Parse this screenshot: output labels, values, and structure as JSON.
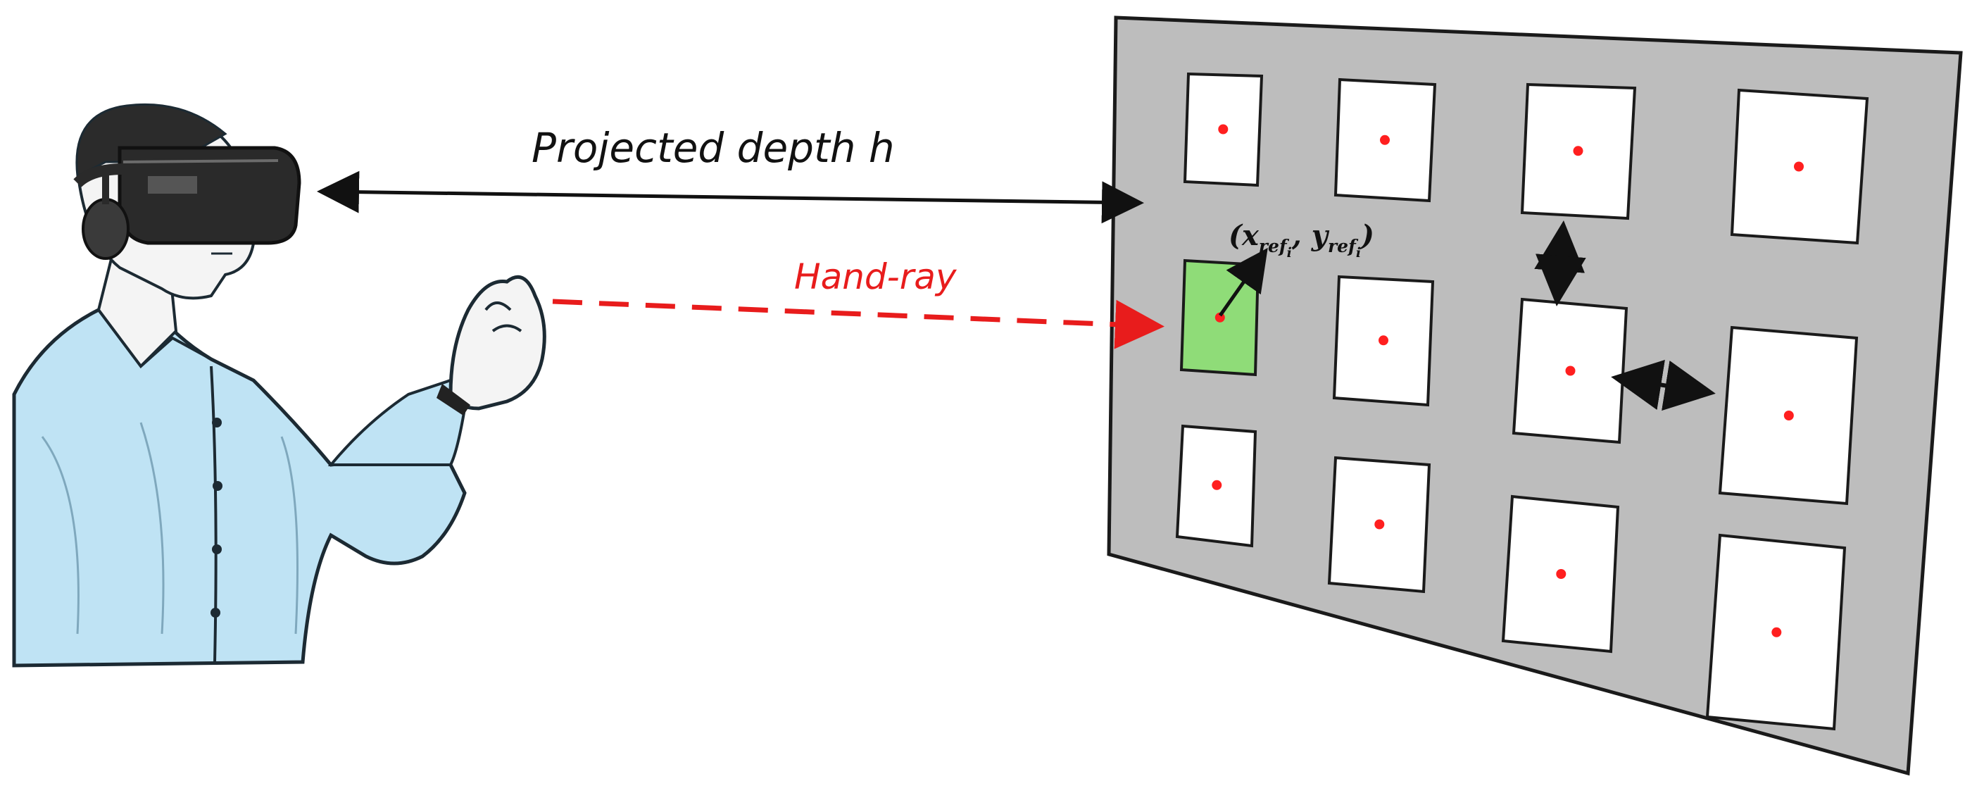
{
  "labels": {
    "depth": "Projected depth h",
    "hand_ray": "Hand-ray",
    "ref": {
      "open": "(",
      "x": "x",
      "x_sub": "ref",
      "x_subsub": "i",
      "comma": ", ",
      "y": "y",
      "y_sub": "ref",
      "y_subsub": "i",
      "close": ")"
    }
  },
  "panel": {
    "rows": 3,
    "cols": 4,
    "selected_target": {
      "row": 1,
      "col": 0
    }
  },
  "colors": {
    "panel_fill": "#bdbdbd",
    "panel_stroke": "#1a1a1a",
    "target_fill": "#ffffff",
    "selected_fill": "#8fdc78",
    "target_dot": "#ff1f1f",
    "hand_ray": "#e81c1c",
    "arrow": "#111111",
    "shirt": "#bfe3f4",
    "skin": "#f4f4f4",
    "headset": "#2a2a2a"
  }
}
